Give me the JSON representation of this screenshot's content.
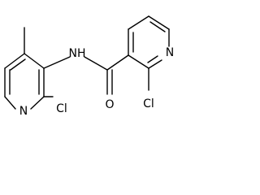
{
  "molecule": {
    "atoms": {
      "left_ring_nitrogen": "N",
      "left_chlorine": "Cl",
      "amide_nh": "NH",
      "carbonyl_oxygen": "O",
      "right_ring_nitrogen": "N",
      "right_chlorine": "Cl"
    }
  },
  "colors": {
    "bond": "#000000",
    "text": "#000000",
    "background": "#ffffff"
  }
}
